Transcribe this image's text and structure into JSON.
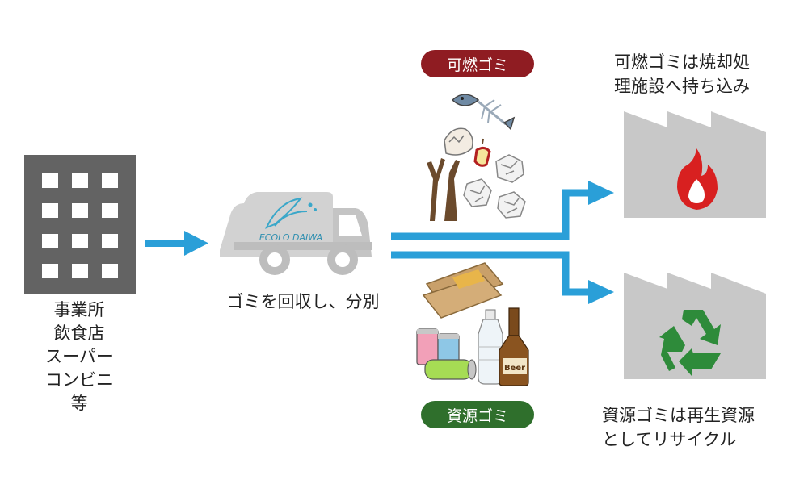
{
  "source": {
    "label_lines": [
      "事業所",
      "飲食店",
      "スーパー",
      "コンビニ",
      "等"
    ]
  },
  "truck": {
    "logo_text": "ECOLO DAIWA",
    "caption": "ゴミを回収し、分別"
  },
  "categories": {
    "burnable": {
      "label": "可燃ゴミ",
      "color": "#8f1c22"
    },
    "resource": {
      "label": "資源ゴミ",
      "color": "#2f6f2c"
    }
  },
  "destinations": {
    "burnable": {
      "lines": [
        "可燃ゴミは焼却処",
        "理施設へ持ち込み"
      ],
      "icon": "fire-icon"
    },
    "recycle": {
      "lines": [
        "資源ゴミは再生資源",
        "としてリサイクル"
      ],
      "icon": "recycle-icon"
    }
  },
  "resource_items": {
    "bottle_label": "Beer"
  },
  "colors": {
    "arrow": "#2a9fd8",
    "factory": "#c8c8c8",
    "building": "#636363",
    "truck": "#d0d0d0"
  }
}
